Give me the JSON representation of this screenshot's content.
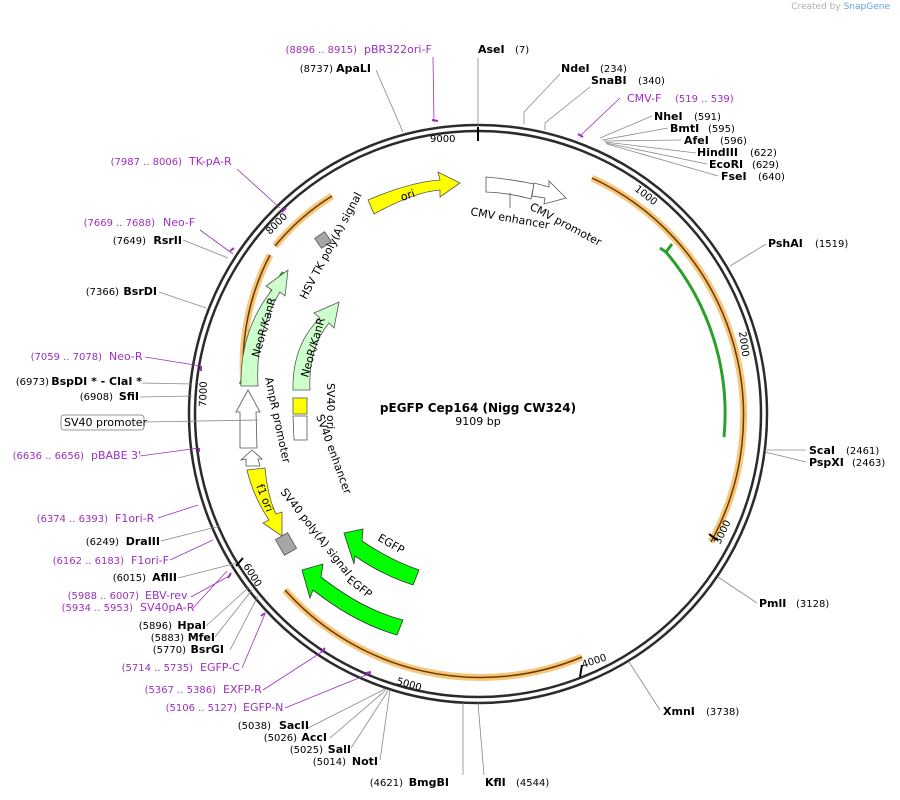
{
  "credit": {
    "prefix": "Created by",
    "brand": "SnapGene"
  },
  "plasmid": {
    "name": "pEGFP Cep164 (Nigg CW324)",
    "length_label": "9109 bp"
  },
  "ticks": [
    "1000",
    "2000",
    "3000",
    "4000",
    "5000",
    "6000",
    "7000",
    "8000",
    "9000"
  ],
  "enzymes": [
    {
      "name": "AseI",
      "pos": "(7)"
    },
    {
      "name": "NdeI",
      "pos": "(234)"
    },
    {
      "name": "SnaBI",
      "pos": "(340)"
    },
    {
      "name": "NheI",
      "pos": "(591)"
    },
    {
      "name": "BmtI",
      "pos": "(595)"
    },
    {
      "name": "AfeI",
      "pos": "(596)"
    },
    {
      "name": "HindIII",
      "pos": "(622)"
    },
    {
      "name": "EcoRI",
      "pos": "(629)"
    },
    {
      "name": "FseI",
      "pos": "(640)"
    },
    {
      "name": "PshAI",
      "pos": "(1519)"
    },
    {
      "name": "ScaI",
      "pos": "(2461)"
    },
    {
      "name": "PspXI",
      "pos": "(2463)"
    },
    {
      "name": "PmlI",
      "pos": "(3128)"
    },
    {
      "name": "XmnI",
      "pos": "(3738)"
    },
    {
      "name": "KflI",
      "pos": "(4544)"
    },
    {
      "name": "BmgBI",
      "pos": "(4621)"
    },
    {
      "name": "NotI",
      "pos": "(5014)"
    },
    {
      "name": "SalI",
      "pos": "(5025)"
    },
    {
      "name": "AccI",
      "pos": "(5026)"
    },
    {
      "name": "SacII",
      "pos": "(5038)"
    },
    {
      "name": "BsrGI",
      "pos": "(5770)"
    },
    {
      "name": "MfeI",
      "pos": "(5883)"
    },
    {
      "name": "HpaI",
      "pos": "(5896)"
    },
    {
      "name": "AflII",
      "pos": "(6015)"
    },
    {
      "name": "DraIII",
      "pos": "(6249)"
    },
    {
      "name": "SfiI",
      "pos": "(6908)"
    },
    {
      "name": "BspDI *  - ClaI *",
      "pos": "(6973)"
    },
    {
      "name": "BsrDI",
      "pos": "(7366)"
    },
    {
      "name": "RsrII",
      "pos": "(7649)"
    },
    {
      "name": "ApaLI",
      "pos": "(8737)"
    }
  ],
  "primers": [
    {
      "name": "pBR322ori-F",
      "pos": "(8896 .. 8915)"
    },
    {
      "name": "CMV-F",
      "pos": "(519 .. 539)"
    },
    {
      "name": "TK-pA-R",
      "pos": "(7987 .. 8006)"
    },
    {
      "name": "Neo-F",
      "pos": "(7669 .. 7688)"
    },
    {
      "name": "Neo-R",
      "pos": "(7059 .. 7078)"
    },
    {
      "name": "pBABE 3'",
      "pos": "(6636 .. 6656)"
    },
    {
      "name": "F1ori-R",
      "pos": "(6374 .. 6393)"
    },
    {
      "name": "F1ori-F",
      "pos": "(6162 .. 6183)"
    },
    {
      "name": "EBV-rev",
      "pos": "(5988 .. 6007)"
    },
    {
      "name": "SV40pA-R",
      "pos": "(5934 .. 5953)"
    },
    {
      "name": "EGFP-C",
      "pos": "(5714 .. 5735)"
    },
    {
      "name": "EXFP-R",
      "pos": "(5367 .. 5386)"
    },
    {
      "name": "EGFP-N",
      "pos": "(5106 .. 5127)"
    }
  ],
  "features": {
    "ori": "ori",
    "cmv_enhancer": "CMV enhancer",
    "cmv_promoter": "CMV promoter",
    "hsv_tk": "HSV TK poly(A) signal",
    "neor_outer": "NeoR/KanR",
    "neor_inner": "NeoR/KanR",
    "ampr_promoter": "AmpR promoter",
    "sv40_ori": "SV40 ori",
    "sv40_enhancer": "SV40 enhancer",
    "sv40_promoter": "SV40 promoter",
    "f1_ori": "f1 ori",
    "sv40_polya": "SV40 poly(A) signal",
    "egfp_1": "EGFP",
    "egfp_2": "EGFP"
  },
  "colors": {
    "backbone": "#2b2b2b",
    "primer": "#9b2fbf",
    "ori": "#ffff00",
    "neor": "#ccffcc",
    "egfp": "#00ff00",
    "cds_highlight": "#f7c67a",
    "grey_feature": "#a6a6a6"
  }
}
